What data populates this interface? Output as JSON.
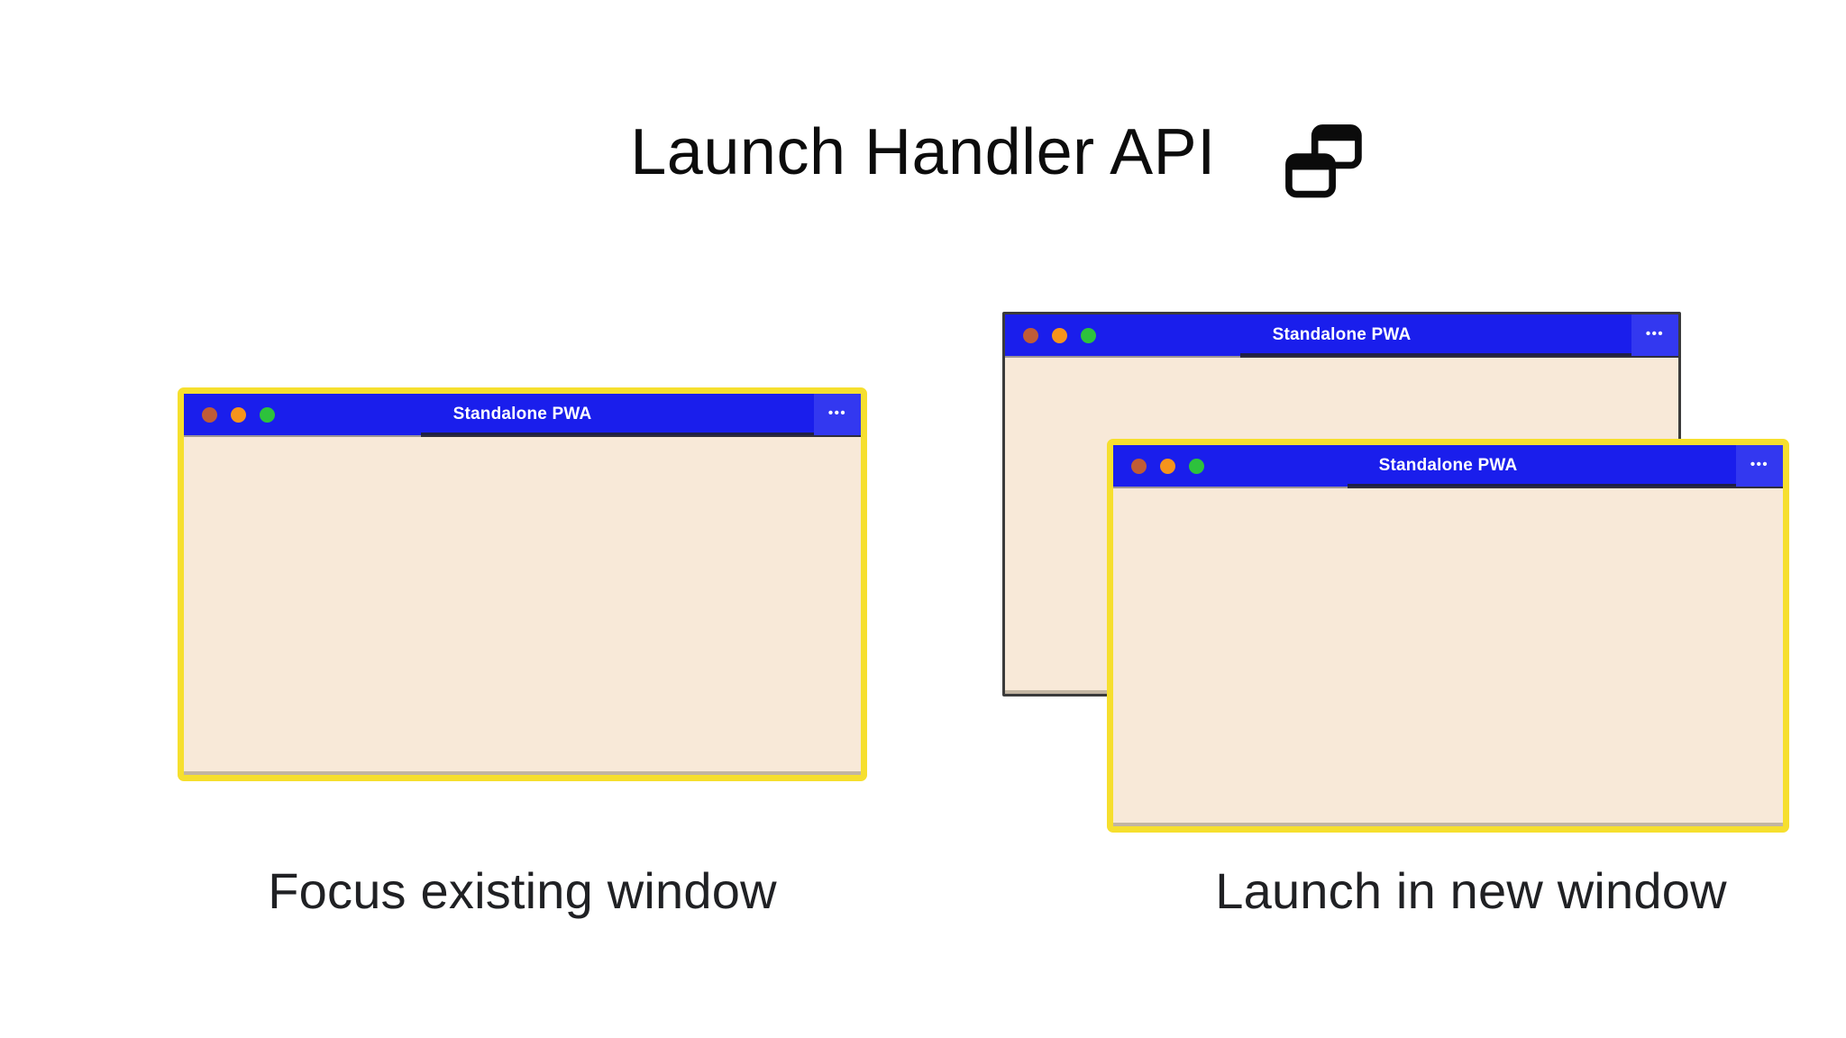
{
  "header": {
    "title": "Launch Handler API",
    "icon": "overlapping-windows-icon"
  },
  "windows": {
    "left": {
      "title": "Standalone PWA",
      "menu": "•••"
    },
    "back": {
      "title": "Standalone PWA",
      "menu": "•••"
    },
    "front": {
      "title": "Standalone PWA",
      "menu": "•••"
    }
  },
  "captions": {
    "left": "Focus existing window",
    "right": "Launch in new window"
  },
  "colors": {
    "titlebar_blue": "#1A1EEC",
    "menu_section_blue": "#3338F0",
    "window_body_cream": "#F8E9D8",
    "highlight_yellow": "#F6DF2E",
    "back_window_border": "#3B3B3B",
    "traffic_light_red": "#BF5C36",
    "traffic_light_orange": "#F5941C",
    "traffic_light_green": "#2DC23C"
  }
}
